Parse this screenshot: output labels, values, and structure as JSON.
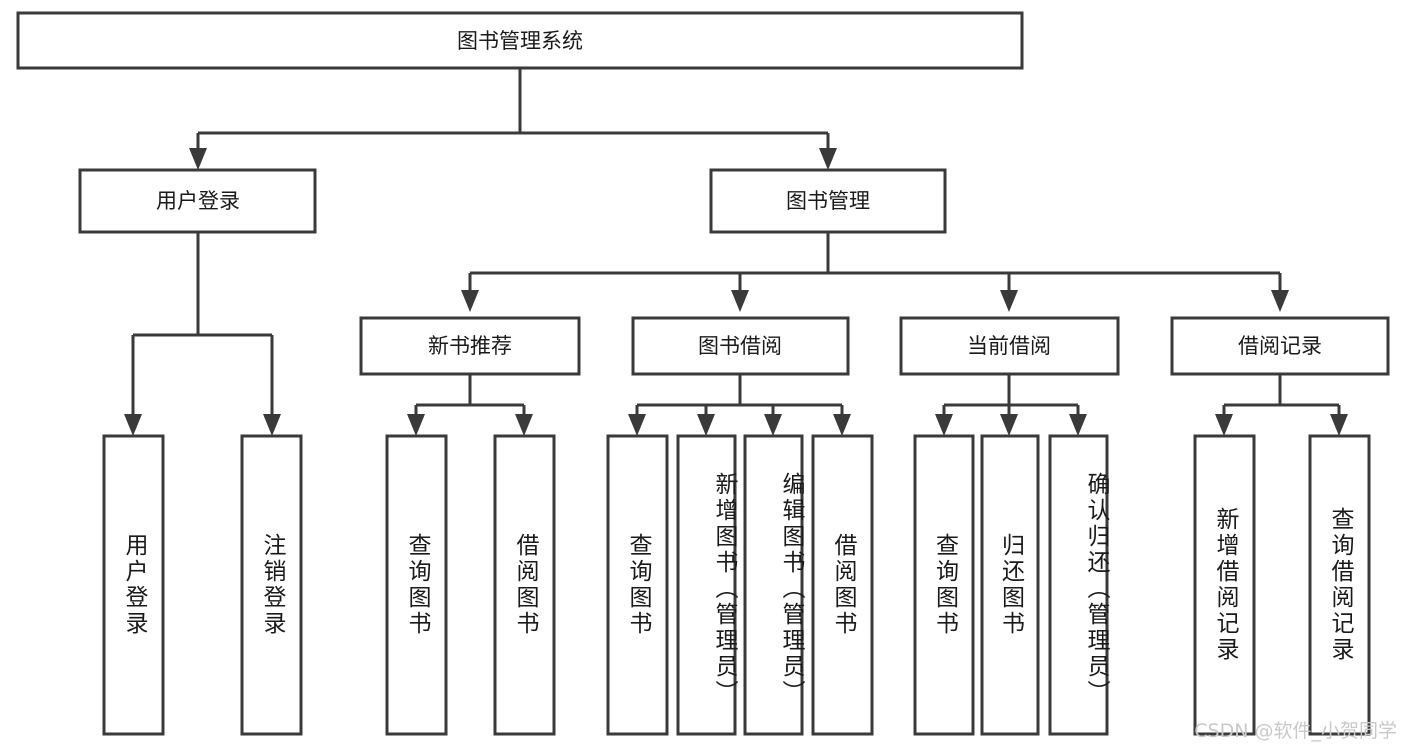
{
  "diagram": {
    "title": "图书管理系统",
    "type": "tree-hierarchy-diagram",
    "watermark": "CSDN @软件_小贺同学",
    "colors": {
      "stroke": "#3a3a3a",
      "box_fill": "#ffffff",
      "text": "#1a1a1a",
      "background": "#ffffff",
      "watermark": "#c9c9c9"
    },
    "root": {
      "label": "图书管理系统"
    },
    "level2": [
      {
        "label": "用户登录"
      },
      {
        "label": "图书管理"
      }
    ],
    "level3": [
      {
        "label": "新书推荐"
      },
      {
        "label": "图书借阅"
      },
      {
        "label": "当前借阅"
      },
      {
        "label": "借阅记录"
      }
    ],
    "leaves": {
      "user_login": [
        {
          "label": "用户登录"
        },
        {
          "label": "注销登录"
        }
      ],
      "new_book_recommend": [
        {
          "label": "查询图书"
        },
        {
          "label": "借阅图书"
        }
      ],
      "book_borrow": [
        {
          "label": "查询图书"
        },
        {
          "label": "新增图书（管理员）"
        },
        {
          "label": "编辑图书（管理员）"
        },
        {
          "label": "借阅图书"
        }
      ],
      "current_borrow": [
        {
          "label": "查询图书"
        },
        {
          "label": "归还图书"
        },
        {
          "label": "确认归还（管理员）"
        }
      ],
      "borrow_record": [
        {
          "label": "新增借阅记录"
        },
        {
          "label": "查询借阅记录"
        }
      ]
    }
  }
}
